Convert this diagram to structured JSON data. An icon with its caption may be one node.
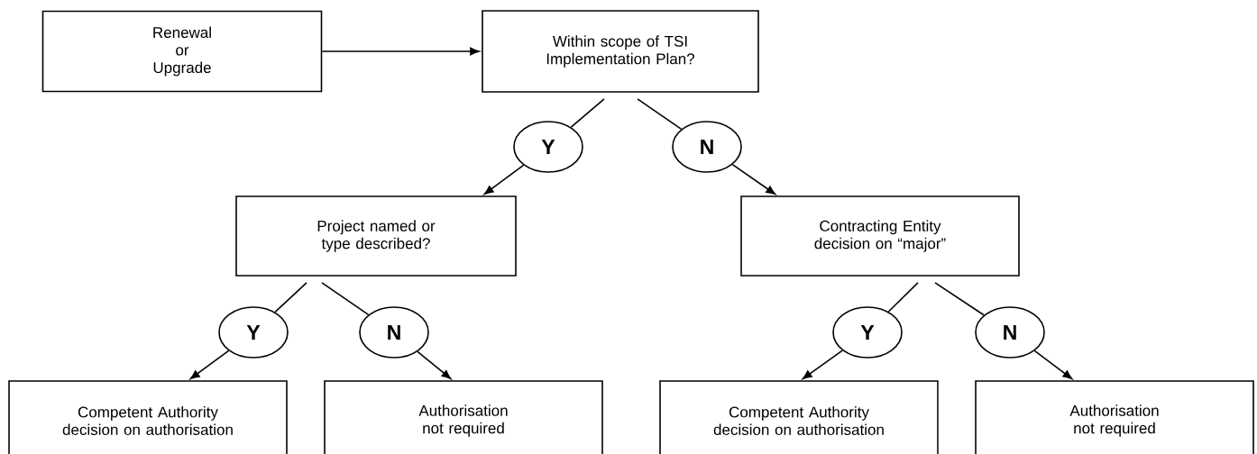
{
  "diagram": {
    "nodes": [
      {
        "text": [
          "Renewal or Upgrade"
        ]
      },
      {
        "text": [
          "Within scope of TSI Implementation Plan?"
        ]
      },
      {
        "text": [
          "Y"
        ]
      },
      {
        "text": [
          "N"
        ]
      },
      {
        "text": [
          "Project named or type described?"
        ]
      },
      {
        "text": [
          "Contracting Entity decision on “major”"
        ]
      },
      {
        "text": [
          "Y"
        ]
      },
      {
        "text": [
          "N"
        ]
      },
      {
        "text": [
          "Y"
        ]
      },
      {
        "text": [
          "N"
        ]
      },
      {
        "text": [
          "Competent Authority decision on authorisation"
        ]
      },
      {
        "text": [
          "Authorisation not required"
        ]
      },
      {
        "text": [
          "Competent Authority decision on authorisation"
        ]
      },
      {
        "text": [
          "Authorisation not required"
        ]
      }
    ],
    "edges": [
      {
        "from": 0,
        "to": 1,
        "arrow": "to"
      },
      {
        "from": 1,
        "to": 2,
        "arrow": "none"
      },
      {
        "from": 2,
        "to": 4,
        "arrow": "to"
      },
      {
        "from": 1,
        "to": 3,
        "arrow": "none"
      },
      {
        "from": 3,
        "to": 5,
        "arrow": "to"
      },
      {
        "from": 4,
        "to": 6,
        "arrow": "none"
      },
      {
        "from": 6,
        "to": 10,
        "arrow": "to"
      },
      {
        "from": 4,
        "to": 7,
        "arrow": "none"
      },
      {
        "from": 7,
        "to": 11,
        "arrow": "to"
      },
      {
        "from": 5,
        "to": 8,
        "arrow": "none"
      },
      {
        "from": 8,
        "to": 12,
        "arrow": "to"
      },
      {
        "from": 5,
        "to": 9,
        "arrow": "none"
      },
      {
        "from": 9,
        "to": 13,
        "arrow": "to"
      }
    ]
  }
}
